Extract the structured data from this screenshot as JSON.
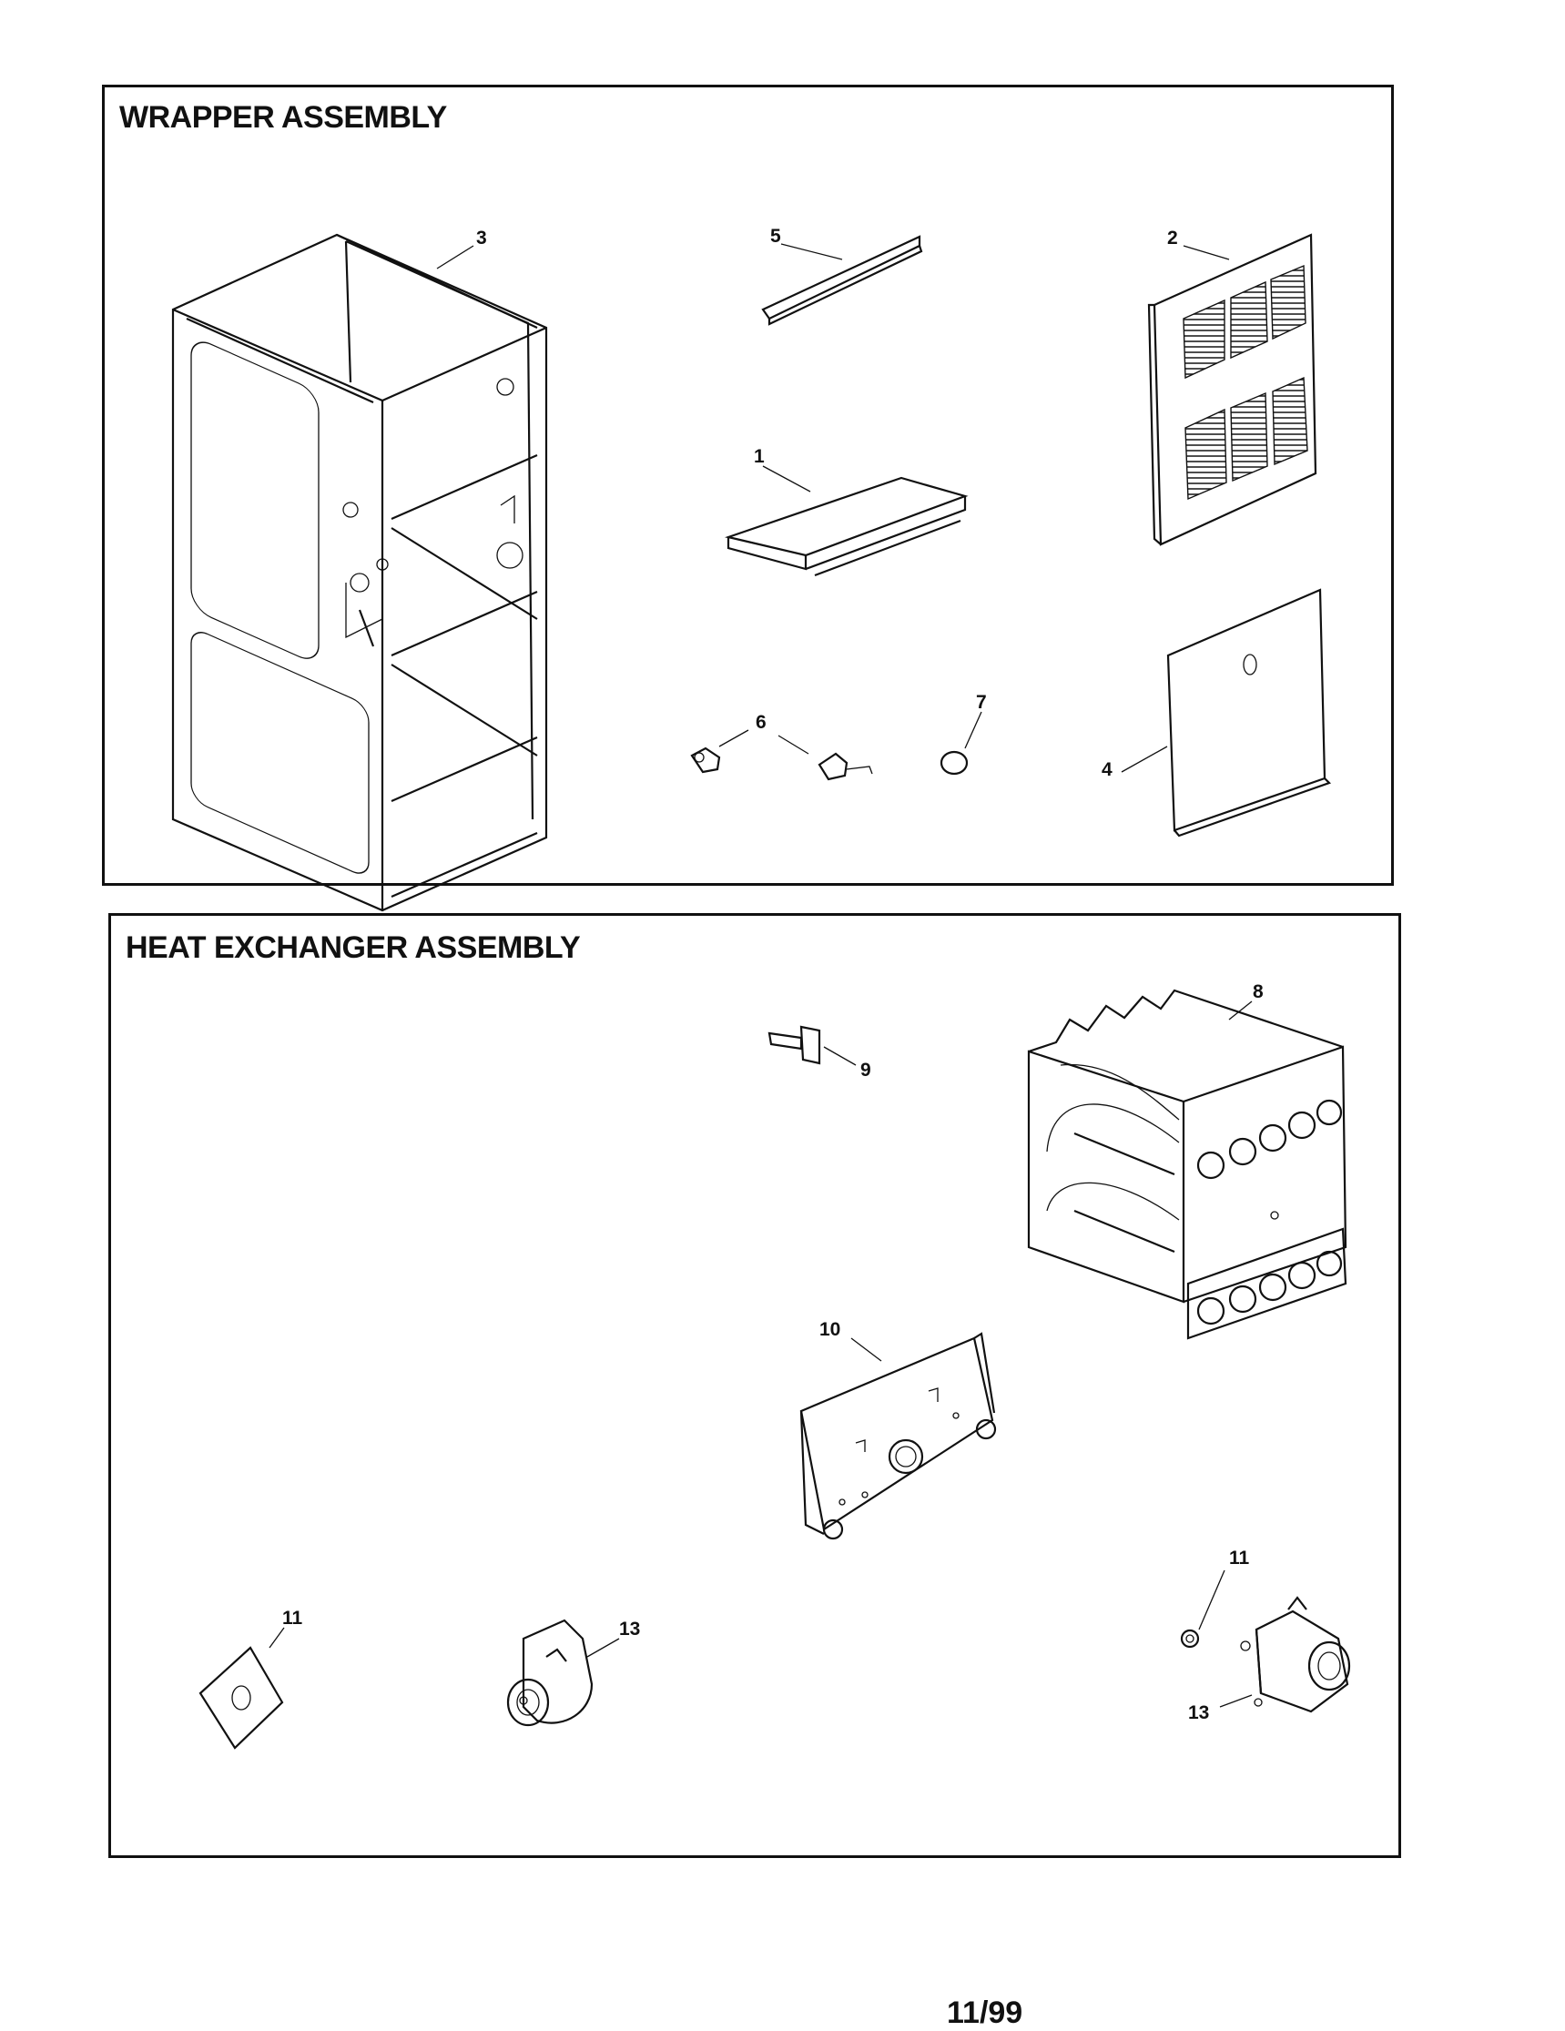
{
  "sections": {
    "wrapper_title": "WRAPPER ASSEMBLY",
    "heat_exchanger_title": "HEAT EXCHANGER ASSEMBLY"
  },
  "callouts": {
    "c1": "1",
    "c2": "2",
    "c3": "3",
    "c4": "4",
    "c5": "5",
    "c6": "6",
    "c7": "7",
    "c8": "8",
    "c9": "9",
    "c10": "10",
    "c11a": "11",
    "c11b": "11",
    "c13a": "13",
    "c13b": "13"
  },
  "footer": {
    "date": "11/99"
  }
}
